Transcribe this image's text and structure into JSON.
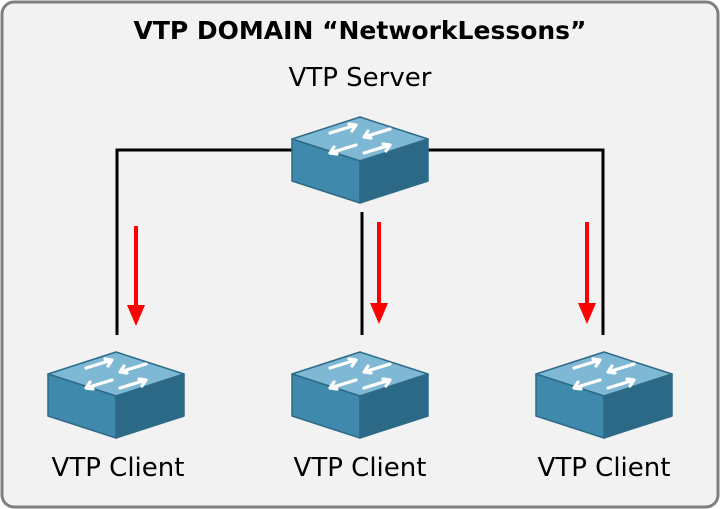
{
  "diagram": {
    "title": "VTP DOMAIN “NetworkLessons”",
    "server": {
      "label": "VTP Server",
      "icon": "switch-icon"
    },
    "clients": [
      {
        "label": "VTP Client",
        "icon": "switch-icon"
      },
      {
        "label": "VTP Client",
        "icon": "switch-icon"
      },
      {
        "label": "VTP Client",
        "icon": "switch-icon"
      }
    ],
    "colors": {
      "frame_border": "#7f7f7f",
      "frame_fill": "#f2f2f2",
      "switch_top": "#7fb8d4",
      "switch_front": "#3f89ad",
      "switch_side": "#2b6987",
      "connector": "#000000",
      "arrow": "#ff0000"
    }
  }
}
